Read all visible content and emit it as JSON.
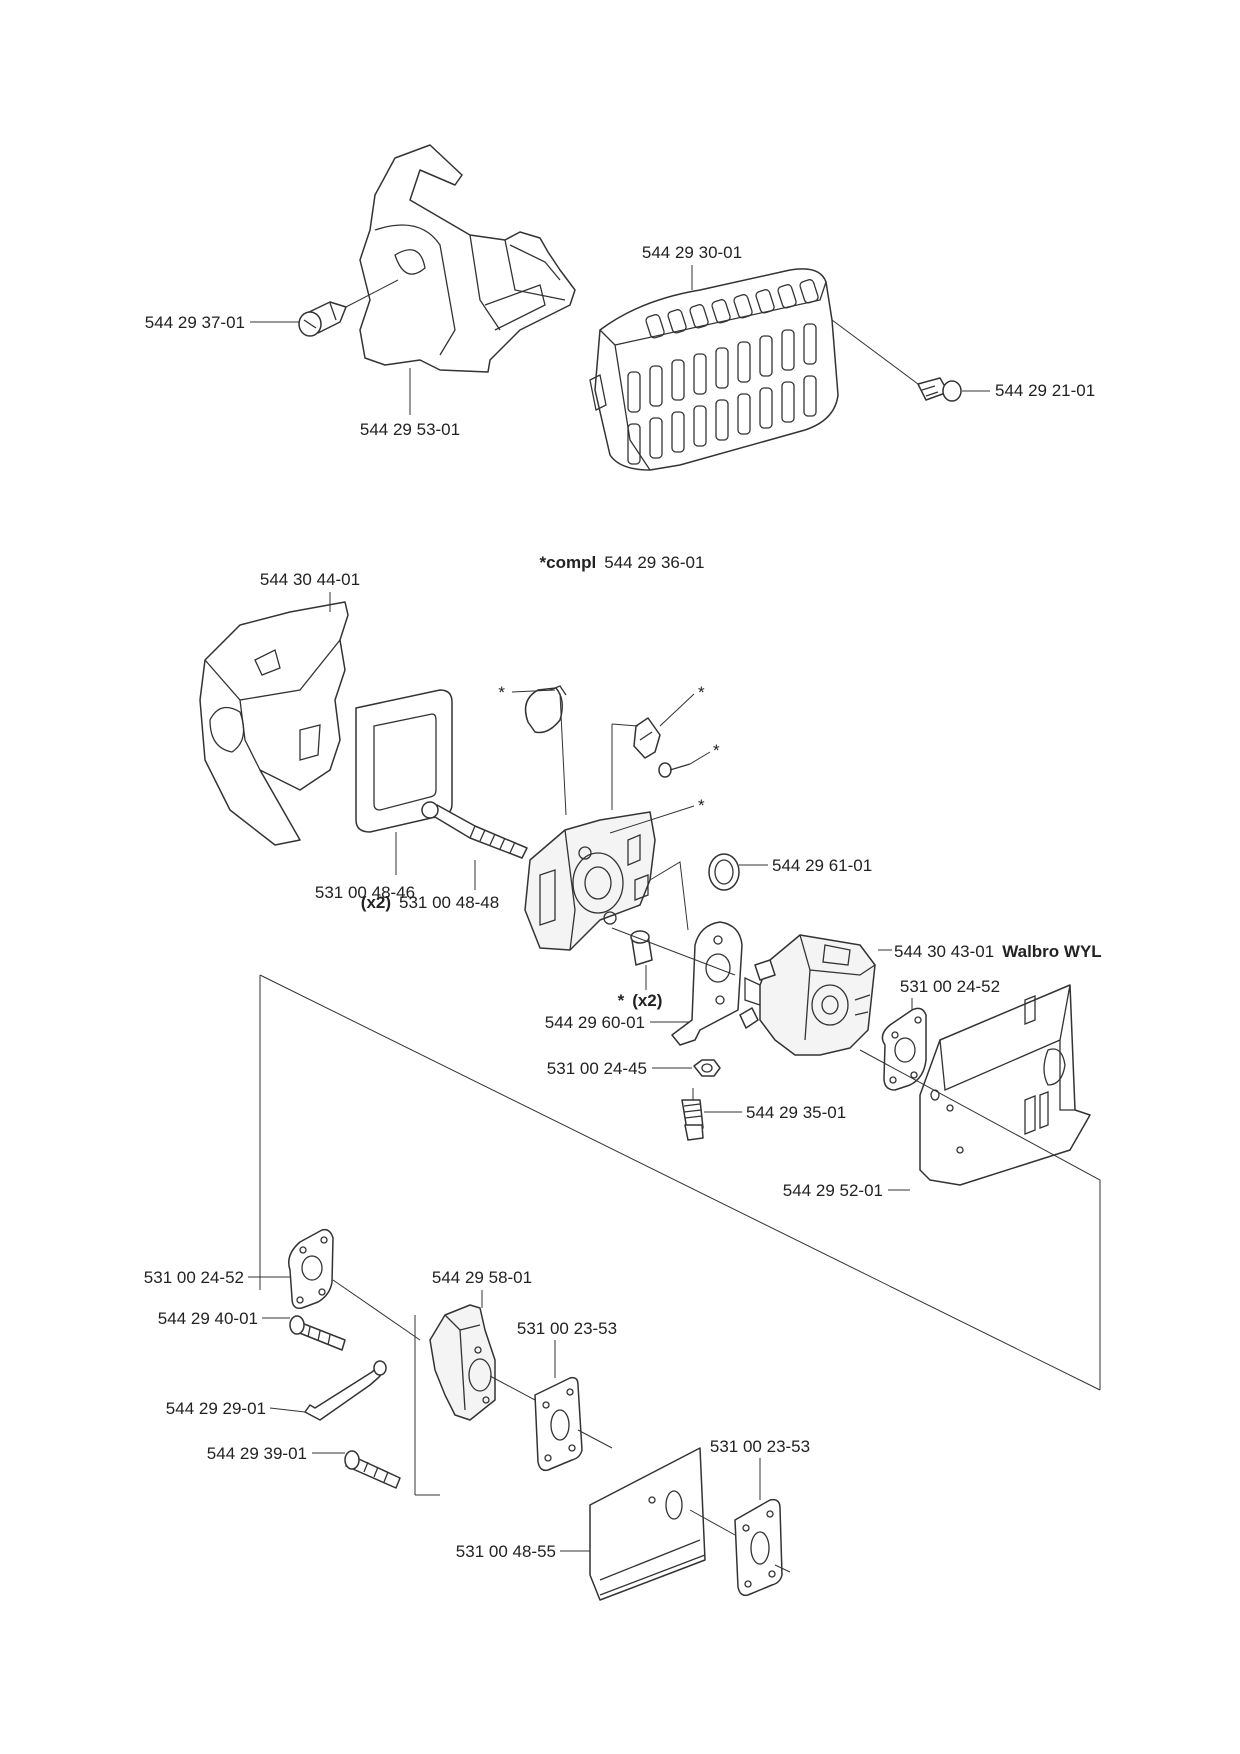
{
  "compl_note": {
    "prefix": "*compl",
    "number": "544 29 36-01"
  },
  "callouts": {
    "p544293701": "544 29 37-01",
    "p544295301": "544 29 53-01",
    "p544293001": "544 29 30-01",
    "p544292101": "544 29 21-01",
    "p544304401": "544 30 44-01",
    "p531004846": "531 00 48-46",
    "p531004848_qty": "(x2)",
    "p531004848": "531 00 48-48",
    "star1": "*",
    "star2": "*",
    "star3": "*",
    "star4": "*",
    "p544296101": "544 29 61-01",
    "p544304301": "544 30 43-01",
    "p544304301_suffix": "Walbro WYL",
    "p531002452a": "531 00 24-52",
    "spacer_star": "*",
    "spacer_qty": "(x2)",
    "p544296001": "544 29 60-01",
    "p531002445": "531 00 24-45",
    "p544293501": "544 29 35-01",
    "p544295201": "544 29 52-01",
    "p531002452b": "531 00 24-52",
    "p544295801": "544 29 58-01",
    "p544294001": "544 29 40-01",
    "p531002353a": "531 00 23-53",
    "p544292901": "544 29 29-01",
    "p544293901": "544 29 39-01",
    "p531002353b": "531 00 23-53",
    "p531004855": "531 00 48-55"
  }
}
